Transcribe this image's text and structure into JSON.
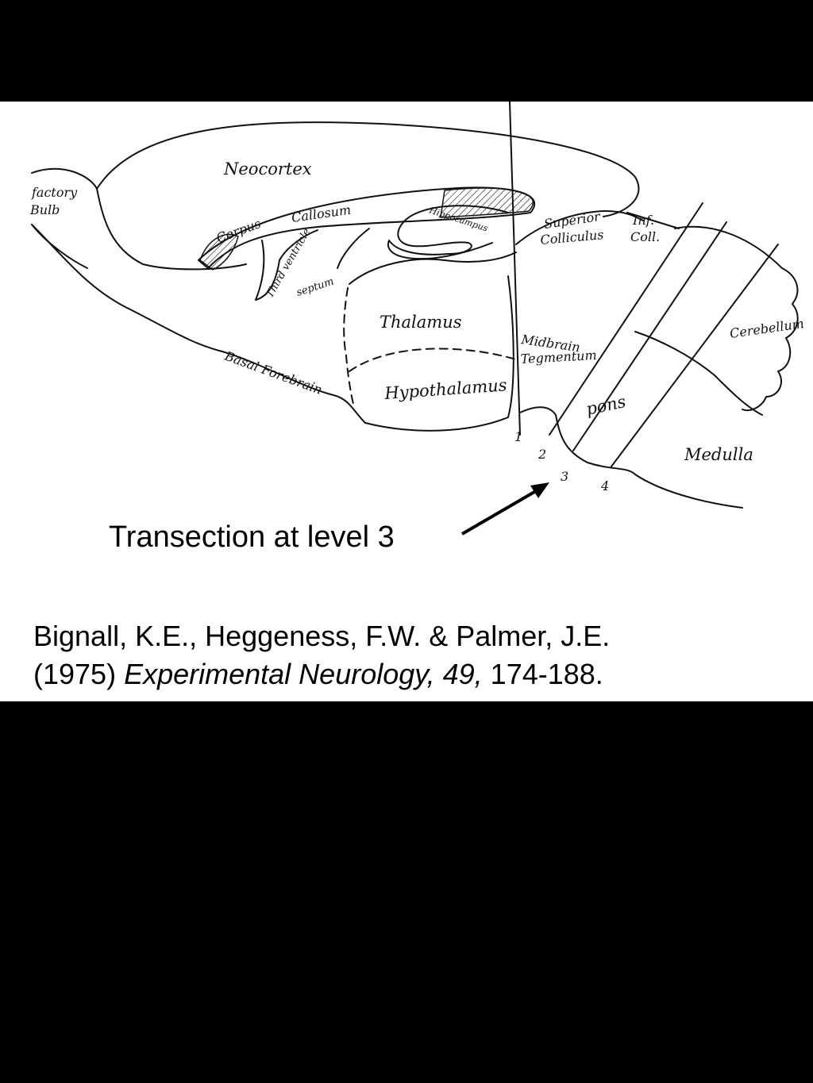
{
  "diagram": {
    "labels": {
      "olfactory_bulb_line1": "factory",
      "olfactory_bulb_line2": "Bulb",
      "neocortex": "Neocortex",
      "corpus_callosum_1": "Corpus",
      "corpus_callosum_2": "Callosum",
      "third_ventricle": "Third ventricle",
      "hippocampus": "Hippocampus",
      "septum": "septum",
      "thalamus": "Thalamus",
      "hypothalamus": "Hypothalamus",
      "basal_forebrain": "Basal Forebrain",
      "superior_colliculus_line1": "Superior",
      "superior_colliculus_line2": "Colliculus",
      "inferior_colliculus_line1": "Inf.",
      "inferior_colliculus_line2": "Coll.",
      "midbrain_tegmentum_line1": "Midbrain",
      "midbrain_tegmentum_line2": "Tegmentum",
      "pons": "pons",
      "cerebellum": "Cerebellum",
      "medulla": "Medulla",
      "level_1": "1",
      "level_2": "2",
      "level_3": "3",
      "level_4": "4"
    }
  },
  "caption": "Transection at level 3",
  "citation": {
    "authors": "Bignall, K.E., Heggeness, F.W. & Palmer, J.E.",
    "year": "(1975)",
    "journal": "Experimental Neurology, 49,",
    "pages": "174-188."
  }
}
